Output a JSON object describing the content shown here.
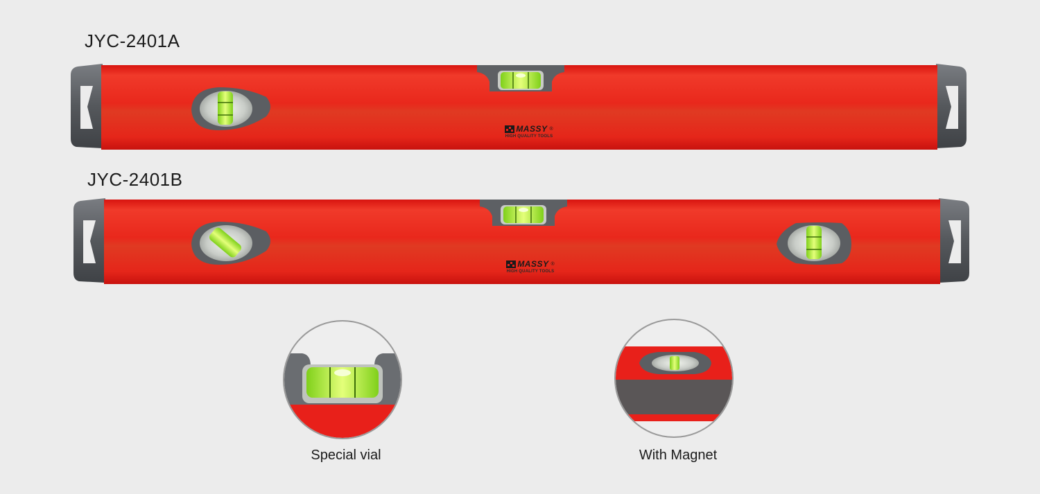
{
  "products": [
    {
      "model": "JYC-2401A",
      "brand": "MASSY",
      "brand_registered": "®",
      "tagline": "HIGH QUALITY TOOLS"
    },
    {
      "model": "JYC-2401B",
      "brand": "MASSY",
      "brand_registered": "®",
      "tagline": "HIGH QUALITY TOOLS"
    }
  ],
  "features": [
    {
      "caption": "Special vial"
    },
    {
      "caption": "With Magnet"
    }
  ],
  "colors": {
    "background": "#ececec",
    "body_red": "#e8201a",
    "end_cap_gray": "#5a5d61",
    "vial_green": "#b8f02a"
  }
}
